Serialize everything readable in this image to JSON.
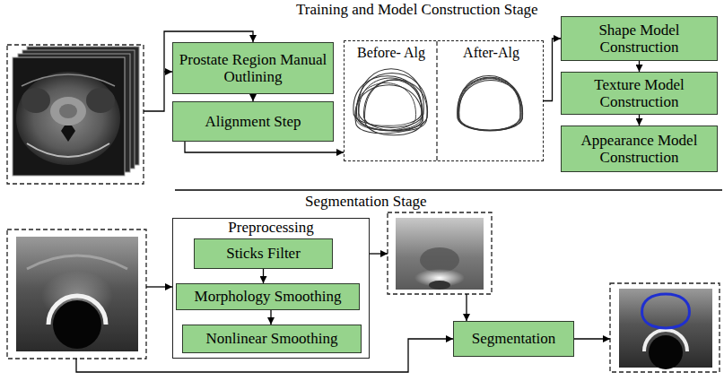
{
  "diagram": {
    "nodes": [
      {
        "text": [
          "Prostate Region Manual Outlining"
        ]
      },
      {
        "text": [
          "Alignment Step"
        ]
      },
      {
        "text": [
          "Before- Alg",
          "After-Alg"
        ]
      },
      {
        "text": [
          "Shape Model Construction"
        ]
      },
      {
        "text": [
          "Texture Model Construction"
        ]
      },
      {
        "text": [
          "Appearance Model Construction"
        ]
      },
      {
        "text": [
          "Preprocessing"
        ]
      },
      {
        "text": [
          "Sticks Filter"
        ],
        "in": 6
      },
      {
        "text": [
          "Morphology Smoothing"
        ],
        "in": 6
      },
      {
        "text": [
          "Nonlinear Smoothing"
        ],
        "in": 6
      },
      {
        "text": [
          "Segmentation"
        ]
      }
    ],
    "edges": [
      {
        "from": 0,
        "to": 1,
        "arrow": "to"
      },
      {
        "from": 1,
        "to": 2,
        "arrow": "to"
      },
      {
        "from": 2,
        "to": 3,
        "arrow": "to"
      },
      {
        "from": 3,
        "to": 4,
        "arrow": "to"
      },
      {
        "from": 4,
        "to": 5,
        "arrow": "to"
      },
      {
        "from": 7,
        "to": 8,
        "arrow": "to"
      },
      {
        "from": 8,
        "to": 9,
        "arrow": "to"
      }
    ],
    "labels": [
      "Training and Model Construction Stage",
      "Segmentation Stage"
    ]
  }
}
